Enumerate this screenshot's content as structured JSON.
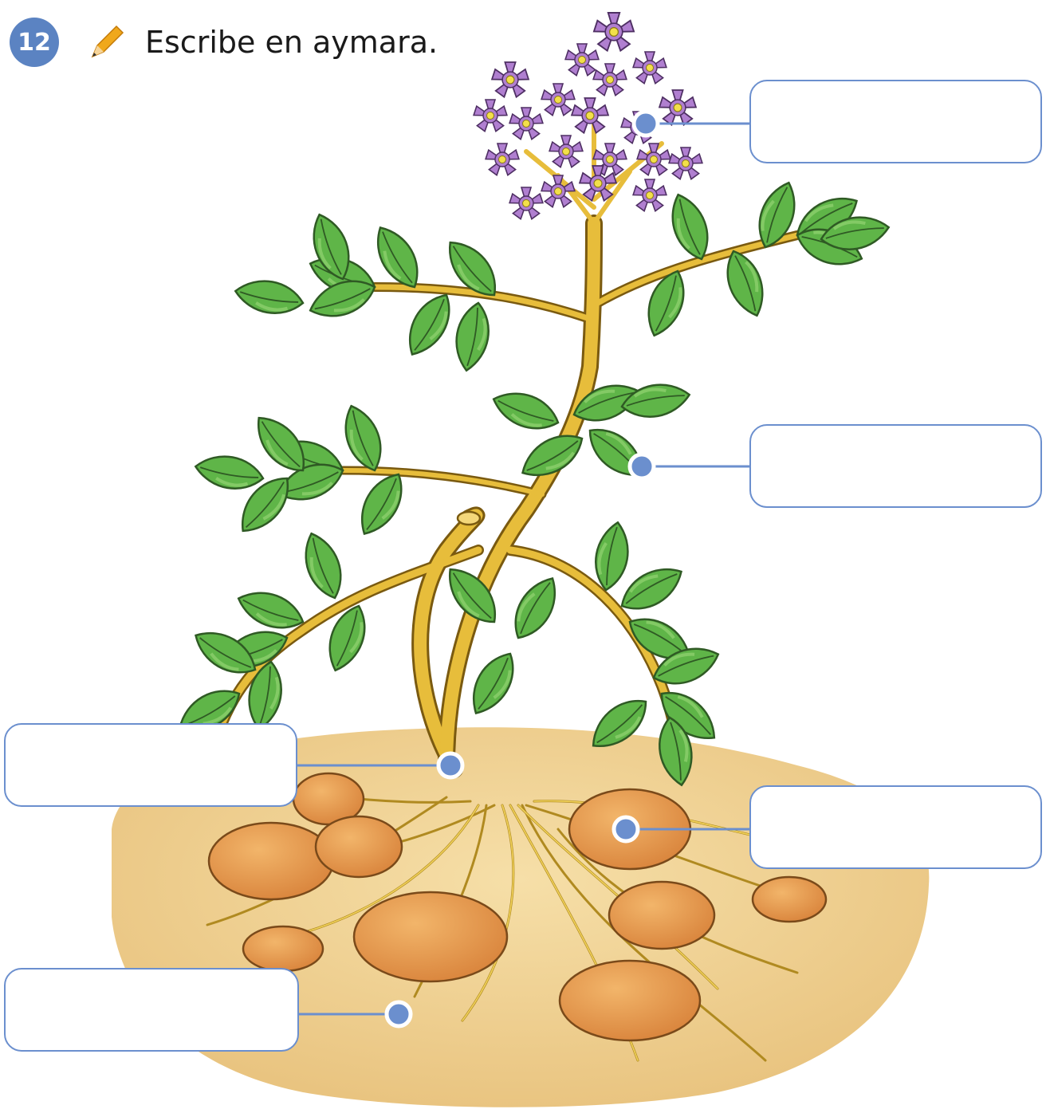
{
  "exercise": {
    "number": "12",
    "icon": "pencil-icon",
    "instruction": "Escribe en aymara."
  },
  "colors": {
    "accent": "#5b83c2",
    "label_border": "#6b8fce",
    "stem": "#e7bd3b",
    "leaf": "#5fb548",
    "flower": "#b07fd0",
    "tuber": "#e59a4e",
    "soil": "#eed08e"
  },
  "labels": [
    {
      "id": "flower",
      "text": ""
    },
    {
      "id": "leaf",
      "text": ""
    },
    {
      "id": "stem",
      "text": ""
    },
    {
      "id": "tuber",
      "text": ""
    },
    {
      "id": "soil",
      "text": ""
    }
  ]
}
